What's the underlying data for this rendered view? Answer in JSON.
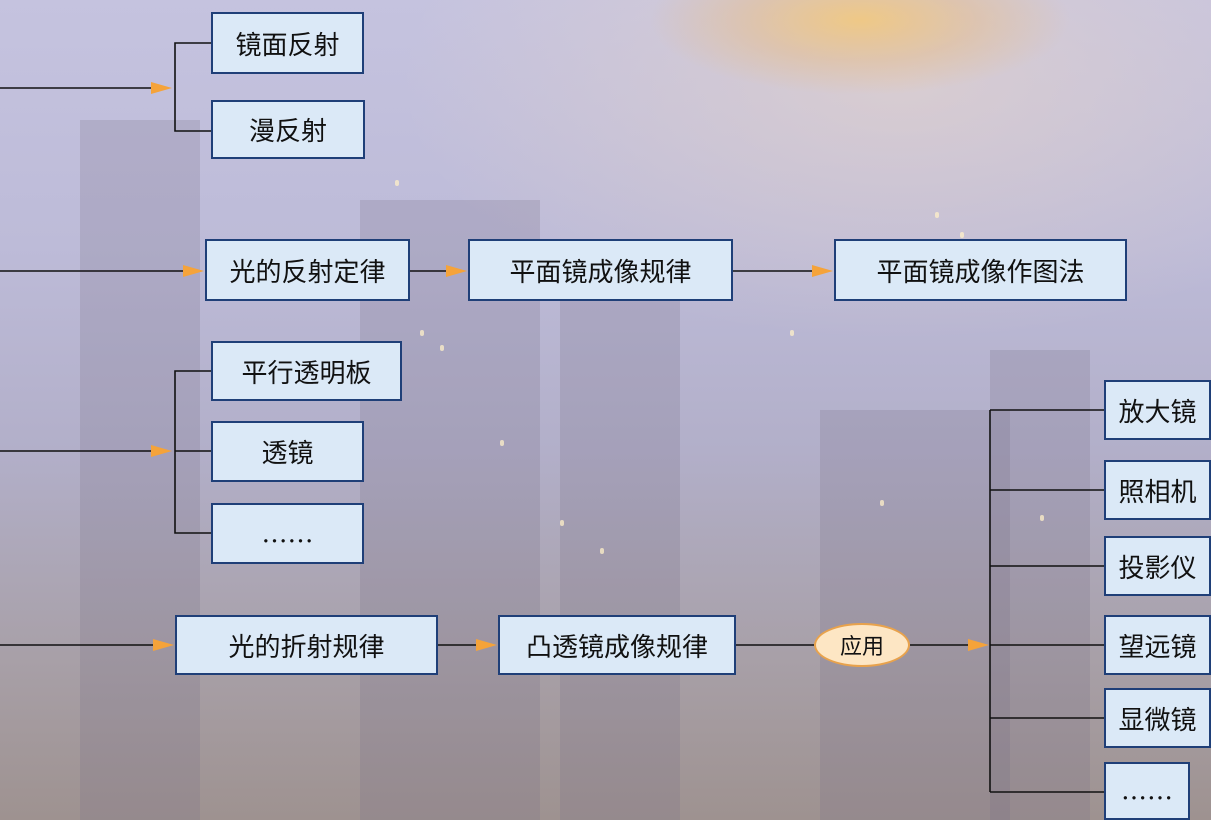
{
  "reflection": {
    "types": [
      "镜面反射",
      "漫反射"
    ]
  },
  "reflection_chain": {
    "law": "光的反射定律",
    "plane_mirror_rule": "平面镜成像规律",
    "plane_mirror_drawing": "平面镜成像作图法"
  },
  "refraction_media": [
    "平行透明板",
    "透镜",
    "……"
  ],
  "refraction_chain": {
    "law": "光的折射规律",
    "convex_lens_rule": "凸透镜成像规律",
    "application_label": "应用"
  },
  "applications": [
    "放大镜",
    "照相机",
    "投影仪",
    "望远镜",
    "显微镜",
    "……"
  ],
  "colors": {
    "box_fill": "#dbe9f7",
    "box_border": "#1f3f78",
    "arrow": "#f5a33a",
    "oval_fill": "#fde6c4"
  }
}
